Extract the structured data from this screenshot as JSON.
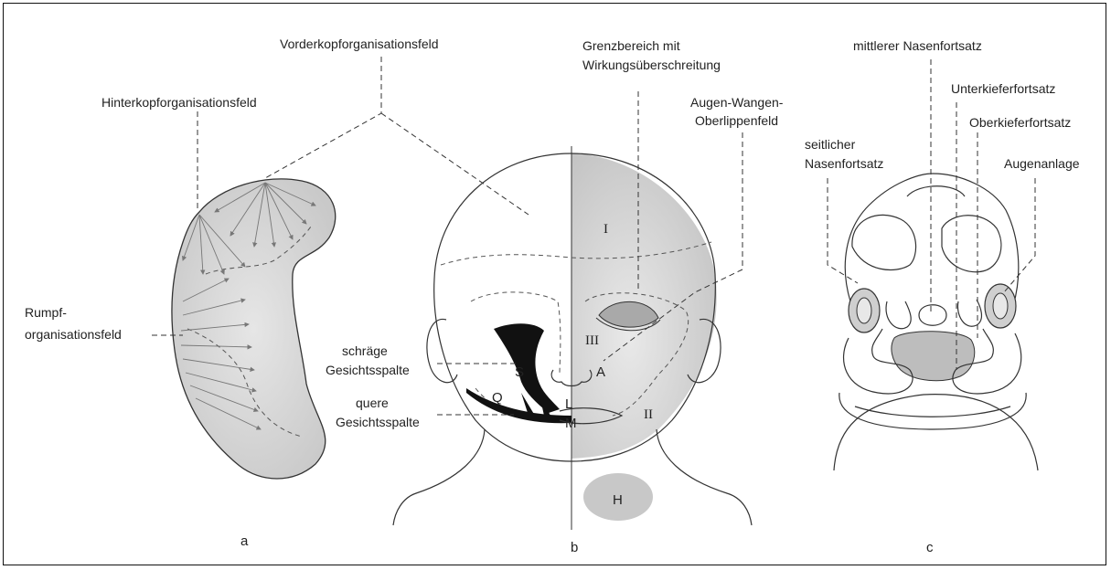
{
  "panel_a": {
    "label": "a",
    "fields": {
      "forehead": "Vorderkopforganisationsfeld",
      "hindhead": "Hinterkopforganisationsfeld",
      "trunk_line1": "Rumpf-",
      "trunk_line2": "organisationsfeld"
    }
  },
  "panel_b": {
    "label": "b",
    "annotations": {
      "border_line1": "Grenzbereich mit",
      "border_line2": "Wirkungsüberschreitung",
      "eye_cheek_line1": "Augen-Wangen-",
      "eye_cheek_line2": "Oberlippenfeld",
      "oblique_line1": "schräge",
      "oblique_line2": "Gesichtsspalte",
      "transverse_line1": "quere",
      "transverse_line2": "Gesichtsspalte"
    },
    "region_marks": {
      "I": "I",
      "II": "II",
      "III": "III",
      "A": "A",
      "S": "S",
      "Q": "Q",
      "L": "L",
      "M": "M",
      "H": "H"
    }
  },
  "panel_c": {
    "label": "c",
    "annotations": {
      "medial_nasal": "mittlerer Nasenfortsatz",
      "mandibular": "Unterkieferfortsatz",
      "maxillary": "Oberkieferfortsatz",
      "lateral_nasal_line1": "seitlicher",
      "lateral_nasal_line2": "Nasenfortsatz",
      "eye_anlage": "Augenanlage"
    }
  },
  "colors": {
    "line": "#333333",
    "shade": "#d4d4d4",
    "cleft": "#111111"
  }
}
